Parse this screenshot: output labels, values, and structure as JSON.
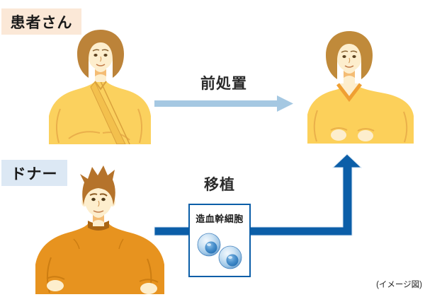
{
  "diagram": {
    "patient_label": "患者さん",
    "donor_label": "ドナー",
    "pretreatment_label": "前処置",
    "transplant_label": "移植",
    "stem_cell_box_label": "造血幹細胞",
    "note": "(イメージ図)"
  },
  "icons": {
    "patient_before": "patient-in-hospital-gown-figure",
    "patient_after": "patient-in-sweater-figure",
    "donor": "donor-man-figure",
    "stem_cells": "two-blue-stem-cells"
  },
  "colors": {
    "pretreatment_arrow": "#a5c8e2",
    "transplant_arrow": "#0b5ea8",
    "patient_tag_bg": "#fbe8d7",
    "donor_tag_bg": "#dce8f4",
    "stem_cell_box_border": "#0b5ea8",
    "patient_clothes": "#fbd15e",
    "donor_clothes": "#e7931f",
    "text": "#2b2b2b"
  }
}
